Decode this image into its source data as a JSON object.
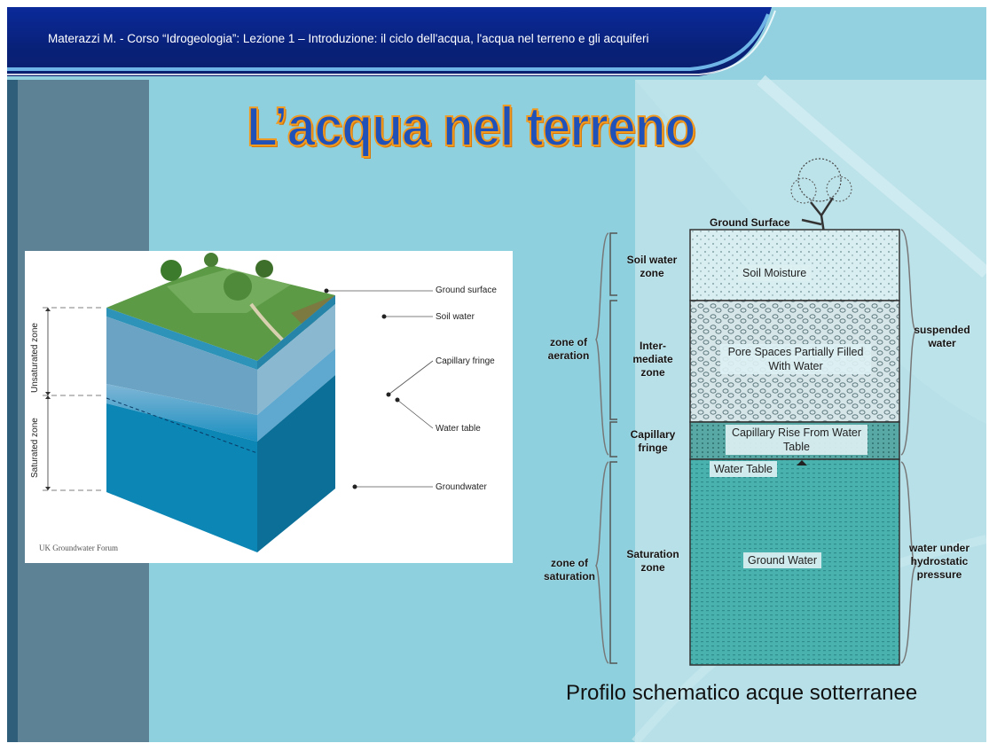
{
  "header": {
    "text": "Materazzi M.  -  Corso “Idrogeologia”: Lezione 1 – Introduzione: il ciclo dell'acqua, l'acqua nel terreno e gli acquiferi"
  },
  "title": "L’acqua nel terreno",
  "left_figure": {
    "labels": {
      "ground_surface": "Ground surface",
      "soil_water": "Soil water",
      "capillary_fringe": "Capillary fringe",
      "water_table": "Water table",
      "groundwater": "Groundwater",
      "unsaturated_zone": "Unsaturated zone",
      "saturated_zone": "Saturated zone"
    },
    "credit": "UK Groundwater Forum"
  },
  "right_figure": {
    "ground_surface": "Ground Surface",
    "left_labels": {
      "soil_water_zone": "Soil water zone",
      "zone_of_aeration": "zone of aeration",
      "intermediate_zone": "Inter- mediate zone",
      "capillary_fringe": "Capillary fringe",
      "saturation_zone": "Saturation zone",
      "zone_of_saturation": "zone of saturation"
    },
    "center_labels": {
      "soil_moisture": "Soil Moisture",
      "pore_spaces": "Pore Spaces Partially Filled With Water",
      "capillary_rise": "Capillary Rise From Water Table",
      "water_table": "Water Table",
      "ground_water": "Ground Water"
    },
    "right_labels": {
      "suspended_water": "suspended water",
      "water_under_pressure": "water under hydrostatic pressure"
    }
  },
  "caption": "Profilo schematico acque sotterranee",
  "colors": {
    "header_blue": "#0a2a8c",
    "title_fill": "#1f51b8",
    "title_stroke": "#f49a1c",
    "water_teal": "#3aa6a4"
  }
}
